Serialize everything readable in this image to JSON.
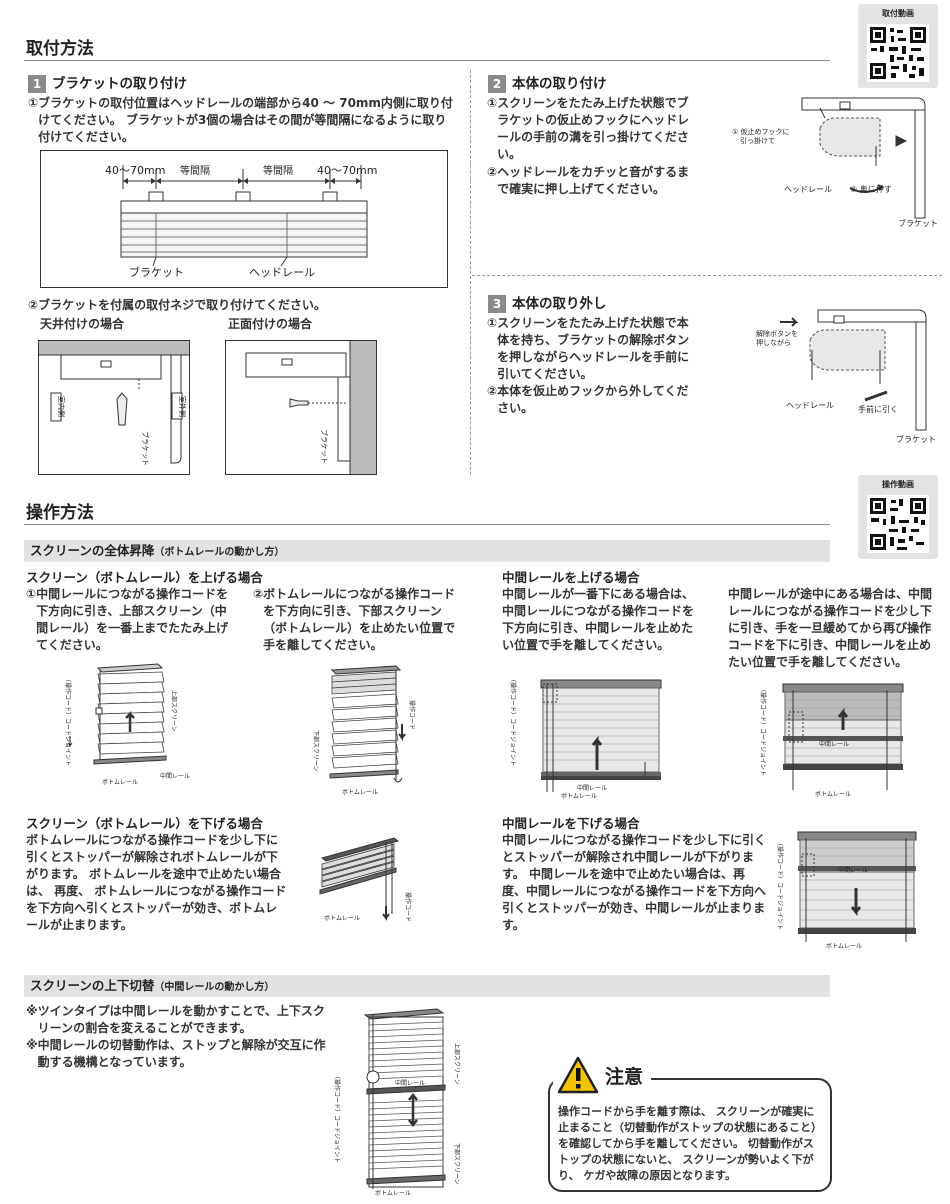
{
  "qr_top_label": "取付動画",
  "qr_mid_label": "操作動画",
  "install": {
    "title": "取付方法",
    "s1": {
      "num": "1",
      "heading": "ブラケットの取り付け",
      "i1_num": "①",
      "i1_text": "ブラケットの取付位置はヘッドレールの端部から40 ～ 70mm内側に取り付けてください。 ブラケットが3個の場合はその間が等間隔になるように取り付けてください。",
      "dim_left": "40～70mm",
      "dim_eq1": "等間隔",
      "dim_eq2": "等間隔",
      "dim_right": "40～70mm",
      "lbl_bracket": "ブラケット",
      "lbl_headrail": "ヘッドレール",
      "i2_num": "②",
      "i2_text": "ブラケットを付属の取付ネジで取り付けてください。",
      "ceiling": "天井付けの場合",
      "front": "正面付けの場合",
      "lbl_room_inside": "室内側",
      "lbl_room_outside": "室外側",
      "lbl_bracket_v": "ブラケット"
    },
    "s2": {
      "num": "2",
      "heading": "本体の取り付け",
      "i1_num": "①",
      "i1_text": "スクリーンをたたみ上げた状態でブラケットの仮止めフックにヘッドレールの手前の溝を引っ掛けてください。",
      "i2_num": "②",
      "i2_text": "ヘッドレールをカチッと音がするまで確実に押し上げてください。",
      "fig_hook": "① 仮止めフックに\n引っ掛けて",
      "fig_headrail": "ヘッドレール",
      "fig_push": "② 奥に押す",
      "fig_bracket": "ブラケット"
    },
    "s3": {
      "num": "3",
      "heading": "本体の取り外し",
      "i1_num": "①",
      "i1_text": "スクリーンをたたみ上げた状態で本体を持ち、ブラケットの解除ボタンを押しながらヘッドレールを手前に引いてください。",
      "i2_num": "②",
      "i2_text": "本体を仮止めフックから外してください。",
      "fig_release": "解除ボタンを\n押しながら",
      "fig_headrail": "ヘッドレール",
      "fig_pull": "手前に引く",
      "fig_bracket": "ブラケット"
    }
  },
  "operation": {
    "title": "操作方法",
    "bar1_main": "スクリーンの全体昇降",
    "bar1_sub": "（ボトムレールの動かし方）",
    "raise_bottom_head": "スクリーン（ボトムレール）を上げる場合",
    "raise_bottom_1_num": "①",
    "raise_bottom_1": "中間レールにつながる操作コードを下方向に引き、上部スクリーン（中間レール）を一番上までたたみ上げてください。",
    "raise_bottom_2_num": "②",
    "raise_bottom_2": "ボトムレールにつながる操作コードを下方向に引き、下部スクリーン（ボトムレール）を止めたい位置で手を離してください。",
    "fig_cord_joint": "（操作コード）コードジョイント",
    "fig_upper_screen": "上部スクリーン",
    "fig_middle_rail": "中間レール",
    "fig_bottom_rail": "ボトムレール",
    "fig_cord": "操作コード",
    "fig_lower_screen": "下部スクリーン",
    "raise_mid_head": "中間レールを上げる場合",
    "raise_mid_1": "中間レールが一番下にある場合は、中間レールにつながる操作コードを下方向に引き、中間レールを止めたい位置で手を離してください。",
    "raise_mid_2": "中間レールが途中にある場合は、中間レールにつながる操作コードを少し下に引き、手を一旦緩めてから再び操作コードを下に引き、中間レールを止めたい位置で手を離してください。",
    "lower_bottom_head": "スクリーン（ボトムレール）を下げる場合",
    "lower_bottom_text": "ボトムレールにつながる操作コードを少し下に引くとストッパーが解除されボトムレールが下がります。 ボトムレールを途中で止めたい場合は、 再度、 ボトムレールにつながる操作コードを下方向へ引くとストッパーが効き、ボトムレールが止まります。",
    "lower_mid_head": "中間レールを下げる場合",
    "lower_mid_text": "中間レールにつながる操作コードを少し下に引くとストッパーが解除され中間レールが下がります。 中間レールを途中で止めたい場合は、再度、中間レールにつながる操作コードを下方向へ引くとストッパーが効き、中間レールが止まります。",
    "bar2_main": "スクリーンの上下切替",
    "bar2_sub": "（中間レールの動かし方）",
    "switch_1_mark": "※",
    "switch_1": "ツインタイプは中間レールを動かすことで、上下スクリーンの割合を変えることができます。",
    "switch_2_mark": "※",
    "switch_2": "中間レールの切替動作は、ストップと解除が交互に作動する機構となっています。"
  },
  "caution": {
    "title": "注意",
    "text": "操作コードから手を離す際は、 スクリーンが確実に止まること（切替動作がストップの状態にあること）を確認してから手を離してください。 切替動作がストップの状態にないと、 スクリーンが勢いよく下がり、 ケガや故障の原因となります。"
  }
}
